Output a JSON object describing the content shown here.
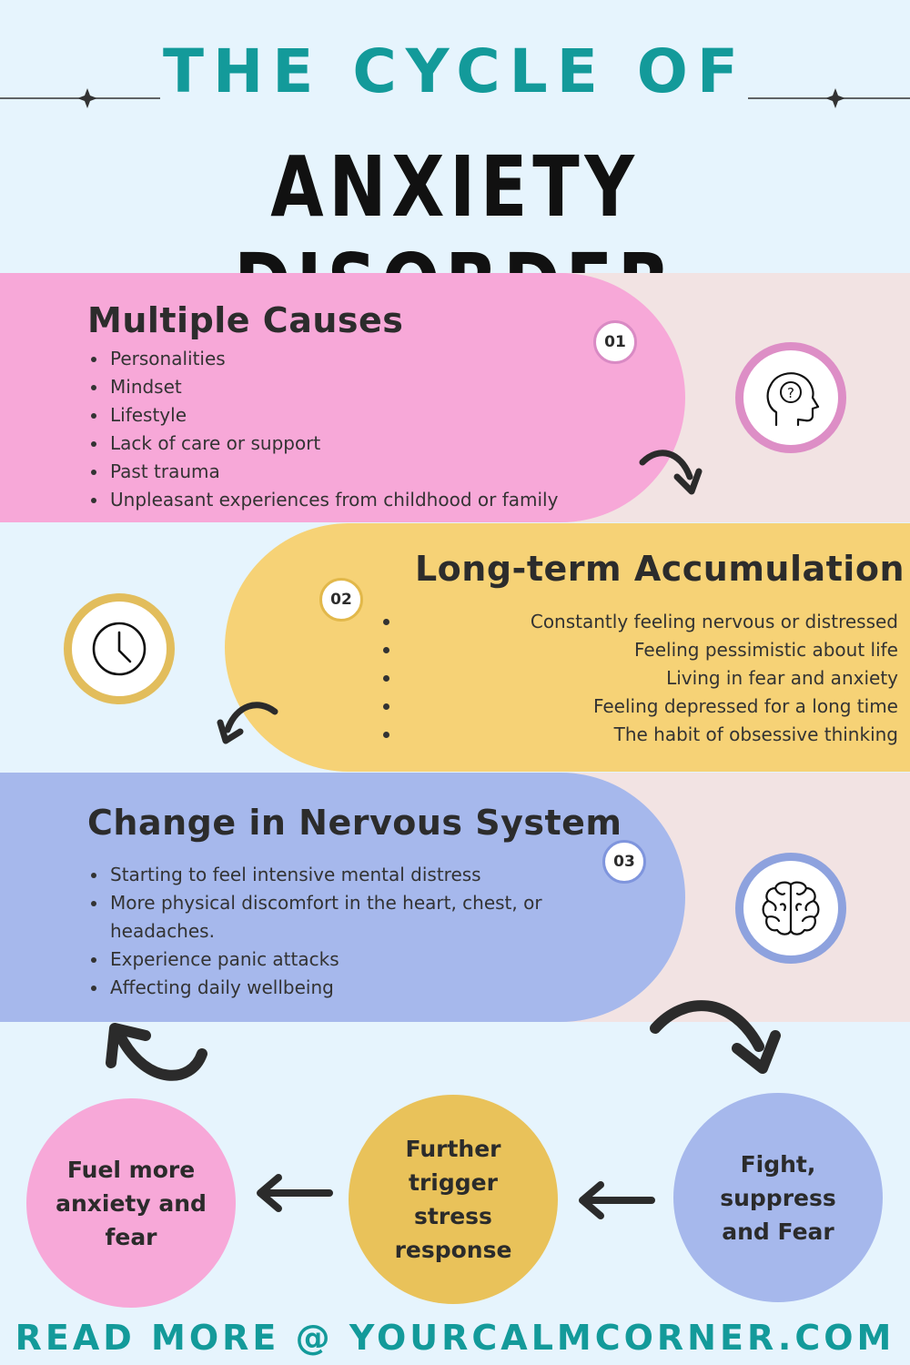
{
  "header": {
    "line1": "THE CYCLE OF",
    "line2": "ANXIETY DISORDER"
  },
  "sections": [
    {
      "number": "01",
      "title": "Multiple Causes",
      "color": "#f7a8d8",
      "icon": "head-question-icon",
      "items": [
        "Personalities",
        "Mindset",
        "Lifestyle",
        "Lack of care or support",
        "Past trauma",
        "Unpleasant experiences from childhood or family"
      ]
    },
    {
      "number": "02",
      "title": "Long-term Accumulation",
      "color": "#f6d276",
      "icon": "clock-icon",
      "items": [
        "Constantly feeling nervous or distressed",
        "Feeling pessimistic about life",
        "Living in fear and anxiety",
        "Feeling depressed for a long time",
        "The habit of obsessive thinking"
      ]
    },
    {
      "number": "03",
      "title": "Change in Nervous System",
      "color": "#a6b8ec",
      "icon": "brain-icon",
      "items": [
        "Starting to feel intensive mental distress",
        "More physical discomfort in the heart, chest, or headaches.",
        "Experience panic attacks",
        "Affecting daily wellbeing"
      ]
    }
  ],
  "cycle": [
    {
      "label": "Fuel more anxiety and fear",
      "color": "#f7a8d8"
    },
    {
      "label": "Further trigger stress response",
      "color": "#e9c25a"
    },
    {
      "label": "Fight, suppress and Fear",
      "color": "#a6b8ec"
    }
  ],
  "footer": "READ MORE @ YOURCALMCORNER.COM",
  "colors": {
    "background": "#e6f4fd",
    "accent": "#139a9a",
    "band": "#f2e3e3"
  }
}
